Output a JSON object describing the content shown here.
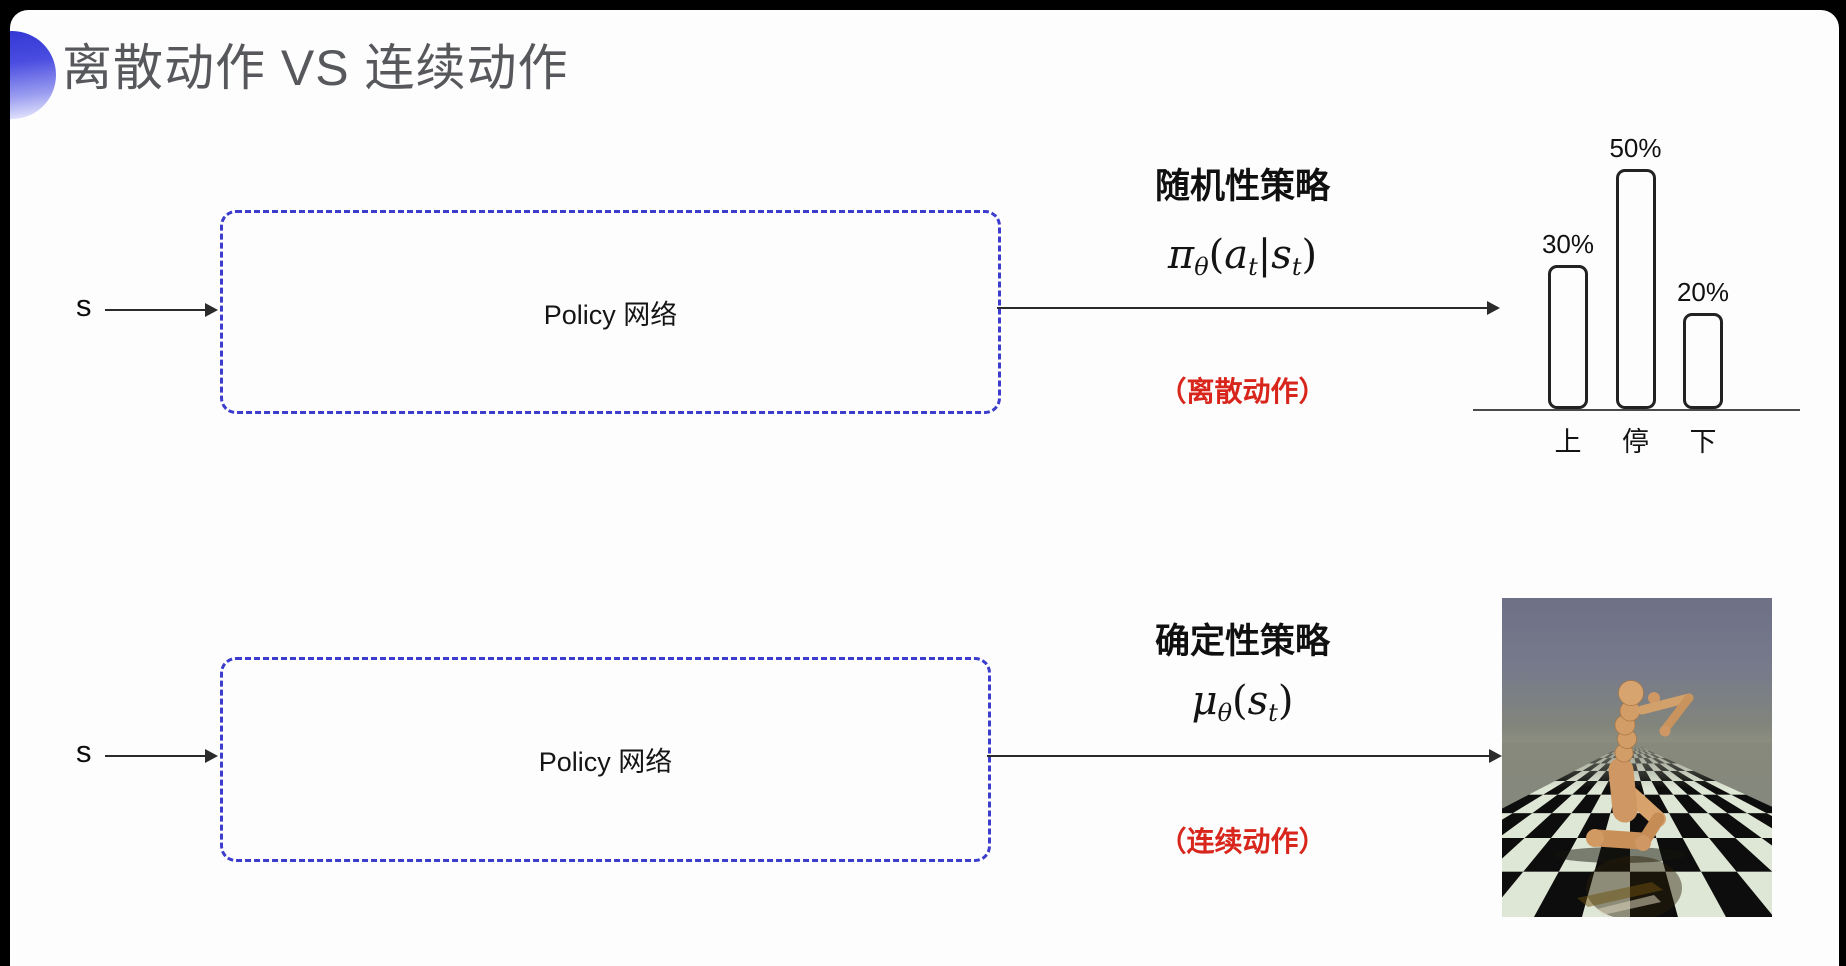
{
  "title": "离散动作 VS 连续动作",
  "top_row": {
    "input_label": "s",
    "box_label": "Policy 网络",
    "policy_type": "随机性策略",
    "formula_segments": [
      [
        "π",
        0
      ],
      [
        "θ",
        1
      ],
      [
        "(",
        2
      ],
      [
        "a",
        0
      ],
      [
        "t",
        1
      ],
      [
        "|",
        2
      ],
      [
        "s",
        0
      ],
      [
        "t",
        1
      ],
      [
        ")",
        2
      ]
    ],
    "action_note": "（离散动作）"
  },
  "bottom_row": {
    "input_label": "s",
    "box_label": "Policy 网络",
    "policy_type": "确定性策略",
    "formula_segments": [
      [
        "μ",
        0
      ],
      [
        "θ",
        1
      ],
      [
        "(",
        2
      ],
      [
        "s",
        0
      ],
      [
        "t",
        1
      ],
      [
        ")",
        2
      ]
    ],
    "action_note": "（连续动作）"
  },
  "chart_data": {
    "type": "bar",
    "categories": [
      "上",
      "停",
      "下"
    ],
    "values": [
      30,
      50,
      20
    ],
    "value_labels": [
      "30%",
      "50%",
      "20%"
    ],
    "title": "",
    "xlabel": "",
    "ylabel": "",
    "ylim": [
      0,
      60
    ],
    "grid": false,
    "legend": false,
    "bar_style": "outlined-white"
  },
  "mujoco_panel": {
    "alt": "MuJoCo humanoid robot running on checkerboard floor"
  },
  "colors": {
    "accent_blue": "#3c3ccd",
    "note_red": "#d8261c",
    "title_gray": "#57585c",
    "floor_light": "#dee6d5",
    "floor_dark": "#0d0d0d"
  }
}
